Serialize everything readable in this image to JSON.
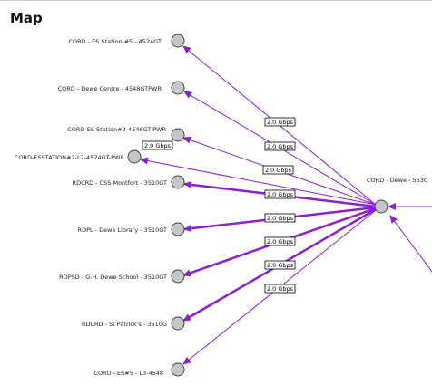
{
  "page": {
    "title": "Map"
  },
  "colors": {
    "link": "#8a1fd4",
    "node_fill": "#c6c6c6",
    "node_stroke": "#444444"
  },
  "hub": {
    "label": "CORD - Dewe - 5530"
  },
  "nodes": [
    {
      "label": "CORD - ES Station #5 - 4524GT"
    },
    {
      "label": "CORD - Dewe Centre - 4548GTPWR"
    },
    {
      "label": "CORD-ES Station#2-4548GT-PWR"
    },
    {
      "label": "CORD-ESSTATION#2-L2-4524GT-PWR"
    },
    {
      "label": "RDCRD - CSS Montfort - 3510GT"
    },
    {
      "label": "RDPL - Dewe Library - 3510GT"
    },
    {
      "label": "RDPSD - G.H. Dewe School - 3510GT"
    },
    {
      "label": "RDCRD - St Patrick's - 3510G"
    },
    {
      "label": "CORD - ES#5 - L3-4548"
    }
  ],
  "link_labels": [
    "2.0 Gbps",
    "2.0 Gbps",
    "2.0 Gbps",
    "2.0 Gbps",
    "2.0 Gbps",
    "2.0 Gbps",
    "2.0 Gbps",
    "2.0 Gbps",
    "2.0 Gbps"
  ]
}
